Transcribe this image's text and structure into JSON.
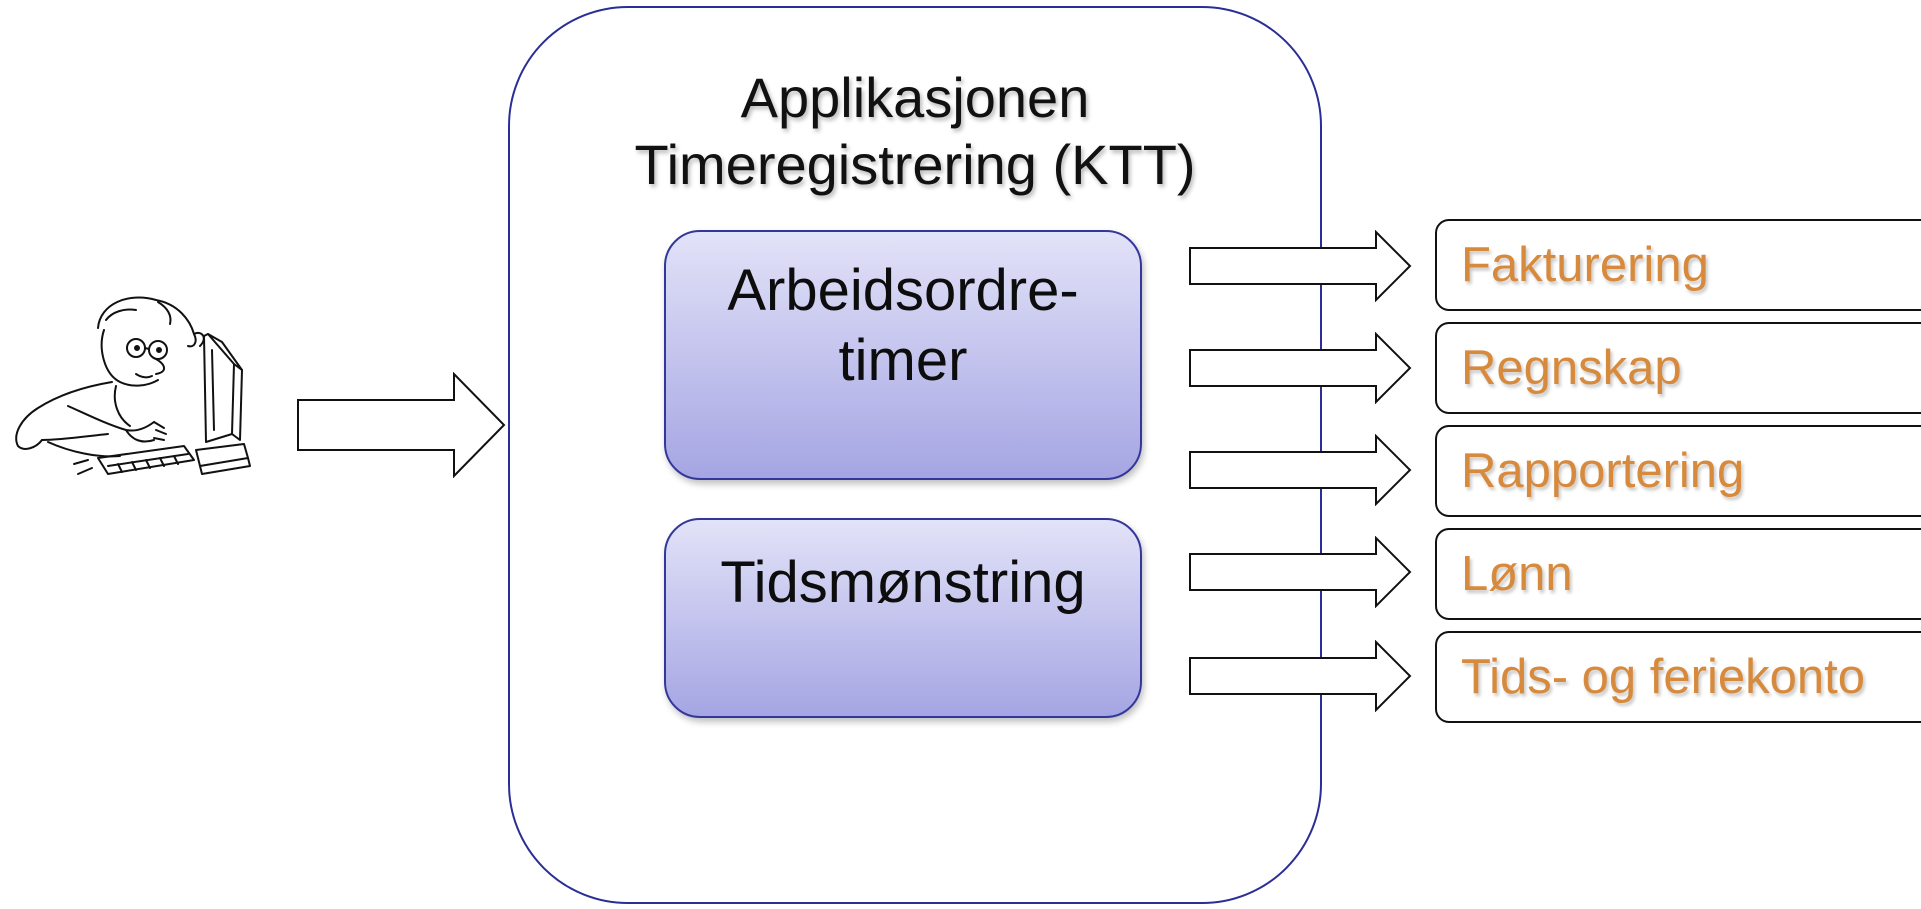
{
  "application": {
    "title_line1": "Applikasjonen",
    "title_line2": "Timeregistrering (KTT)"
  },
  "modules": [
    {
      "line1": "Arbeidsordre-",
      "line2": "timer"
    },
    {
      "line1": "Tidsmønstring"
    }
  ],
  "outputs": [
    {
      "label": "Fakturering"
    },
    {
      "label": "Regnskap"
    },
    {
      "label": "Rapportering"
    },
    {
      "label": "Lønn"
    },
    {
      "label": "Tids- og feriekonto"
    }
  ],
  "colors": {
    "container_border": "#2b2e96",
    "module_gradient_top": "#e2e2f8",
    "module_gradient_bottom": "#a5a5e3",
    "output_text": "#d88a3c"
  },
  "icons": {
    "user": "person-at-computer-icon"
  }
}
